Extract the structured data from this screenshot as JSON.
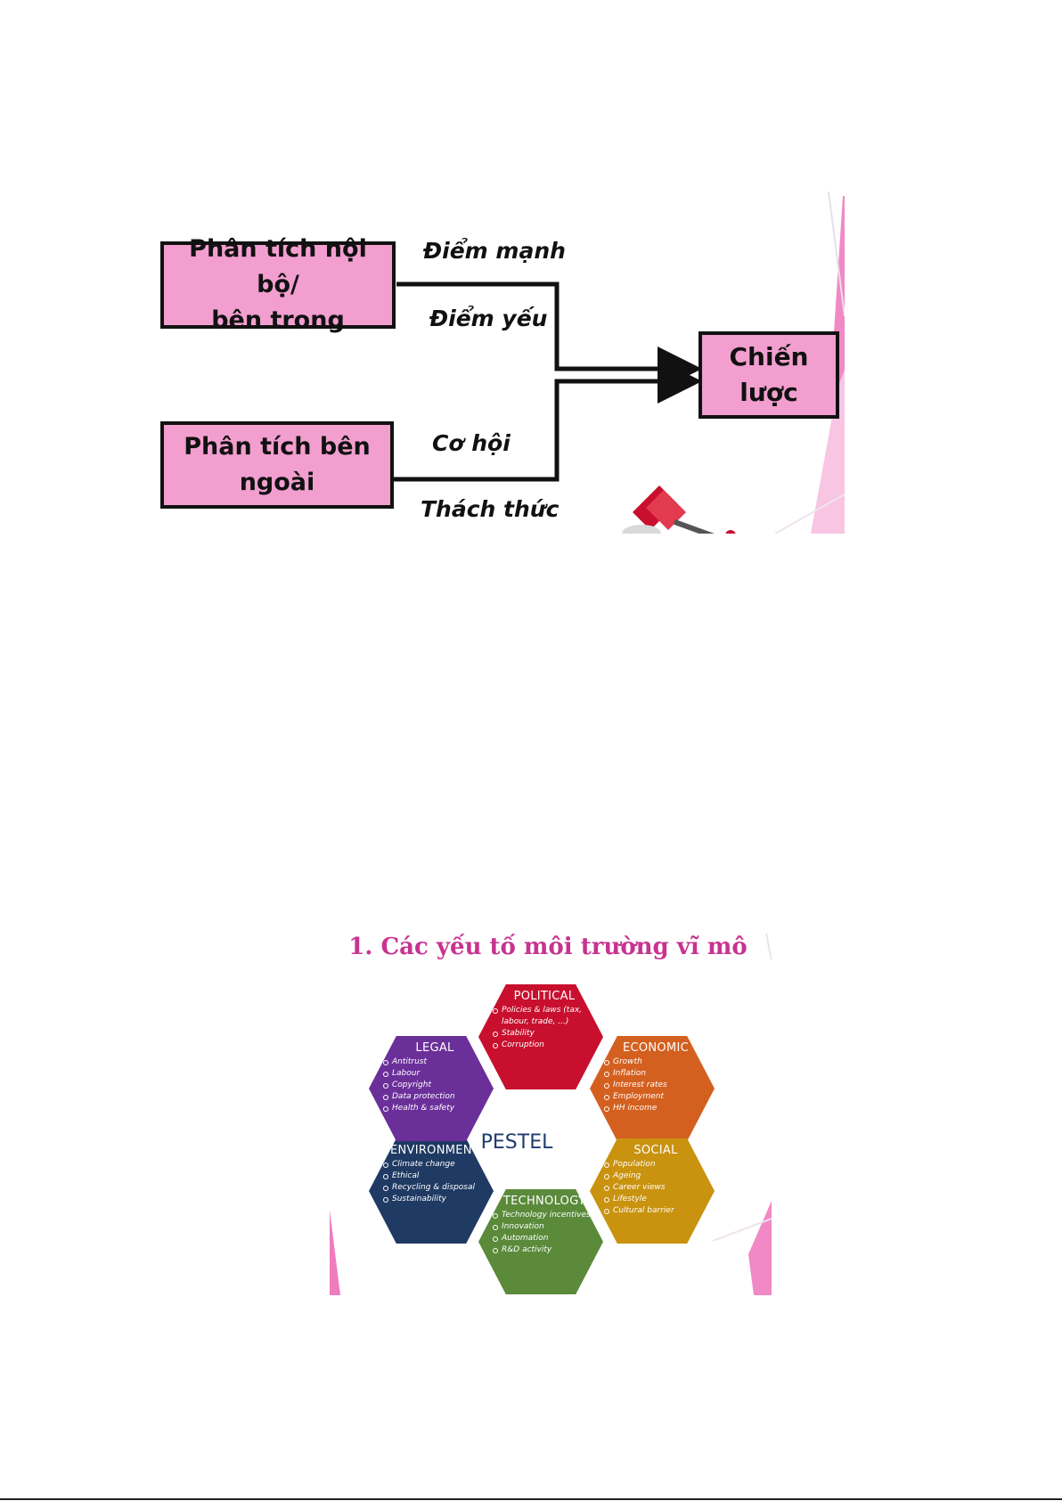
{
  "swot_diagram": {
    "internal_box": "Phân tích nội bộ/\nbên trong",
    "external_box": "Phân tích bên\nngoài",
    "strategy_box": "Chiến\nlược",
    "label_strength": "Điểm mạnh",
    "label_weakness": "Điểm yếu",
    "label_opportunity": "Cơ hội",
    "label_threat": "Thách thức",
    "box_color": "#f29fcf"
  },
  "pestel": {
    "title": "1. Các yếu tố môi trường vĩ mô",
    "center_label": "PESTEL",
    "factors": [
      {
        "name": "POLITICAL",
        "color": "#c8102e",
        "items": [
          "Policies & laws (tax, labour, trade, ...)",
          "Stability",
          "Corruption"
        ]
      },
      {
        "name": "ECONOMIC",
        "color": "#d4601f",
        "items": [
          "Growth",
          "Inflation",
          "Interest rates",
          "Employment",
          "HH income"
        ]
      },
      {
        "name": "SOCIAL",
        "color": "#c9920f",
        "items": [
          "Population",
          "Ageing",
          "Career views",
          "Lifestyle",
          "Cultural barrier"
        ]
      },
      {
        "name": "TECHNOLOGY",
        "color": "#5a8a3a",
        "items": [
          "Technology incentives",
          "Innovation",
          "Automation",
          "R&D activity"
        ]
      },
      {
        "name": "ENVIRONMENT",
        "color": "#1f3a63",
        "items": [
          "Climate change",
          "Ethical",
          "Recycling & disposal",
          "Sustainability"
        ]
      },
      {
        "name": "LEGAL",
        "color": "#6b2f9a",
        "items": [
          "Antitrust",
          "Labour",
          "Copyright",
          "Data protection",
          "Health & safety"
        ]
      }
    ]
  },
  "accent_pink": "#f07cc0"
}
